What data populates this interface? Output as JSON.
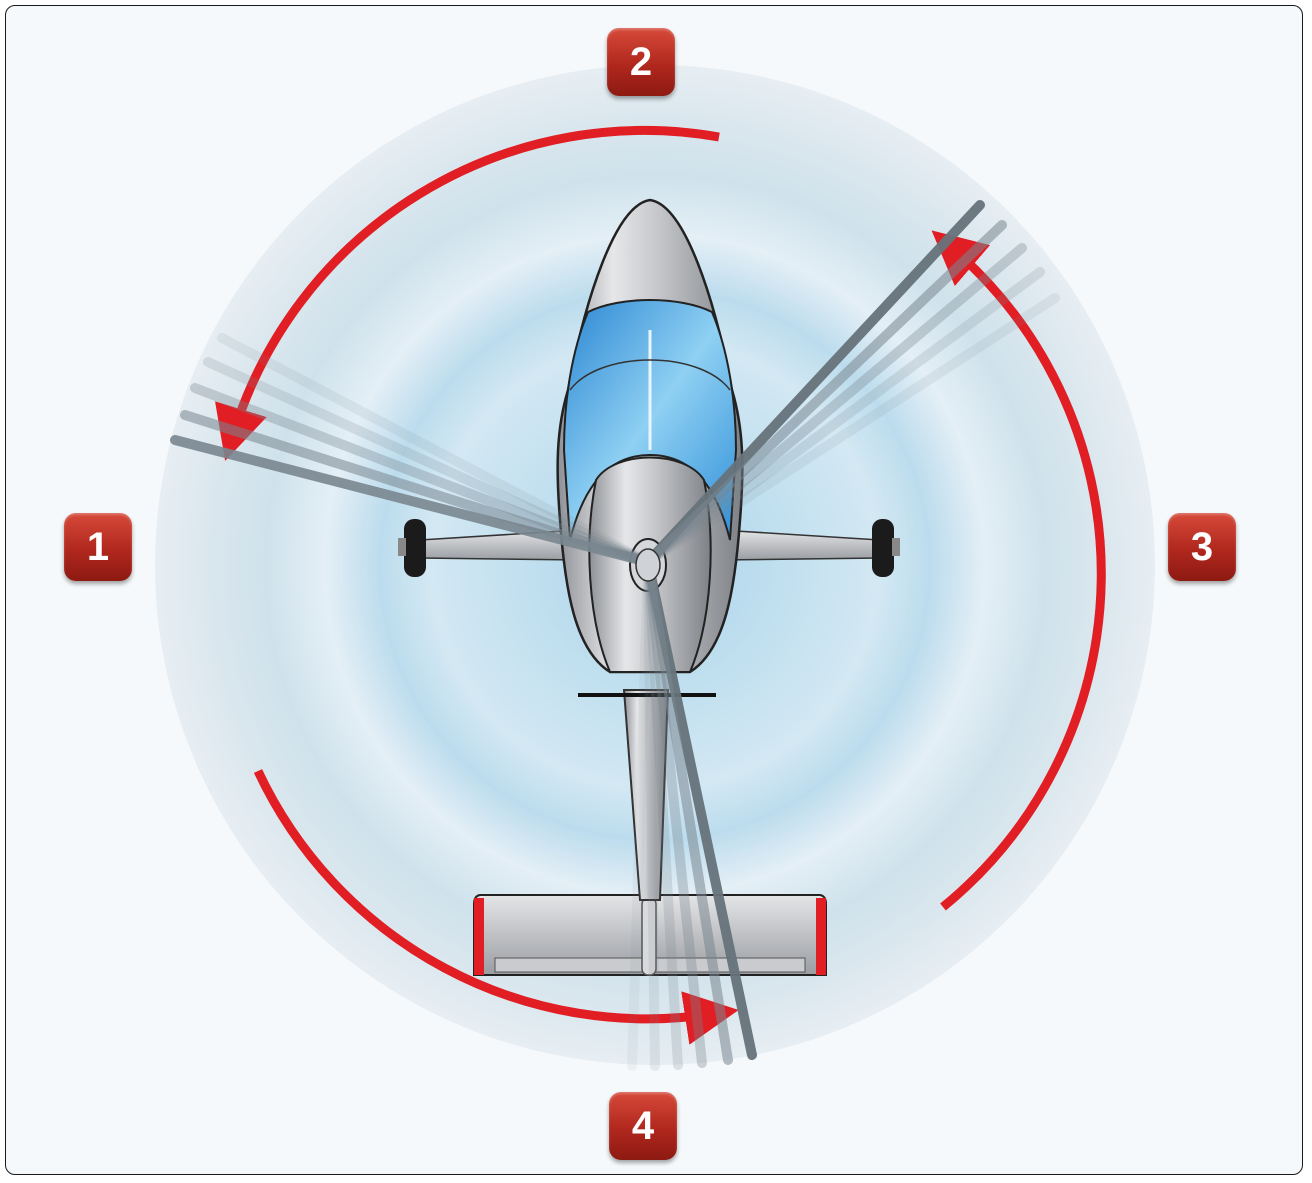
{
  "diagram": {
    "positions": [
      {
        "id": "p1",
        "label": "1"
      },
      {
        "id": "p2",
        "label": "2"
      },
      {
        "id": "p3",
        "label": "3"
      },
      {
        "id": "p4",
        "label": "4"
      }
    ],
    "colors": {
      "background": "#f6f9fb",
      "disk_center": "#a9d4ea",
      "disk_edge": "#e7eef3",
      "arrow": "#e01e24",
      "badge": "#b0271d",
      "airframe": "#c4c6c9",
      "canopy": "#5fb3e6",
      "blade": "#6f7d86"
    },
    "icons": [
      "rotation-arrow-icon",
      "airplane-top-view-icon",
      "propeller-blade-icon"
    ]
  }
}
